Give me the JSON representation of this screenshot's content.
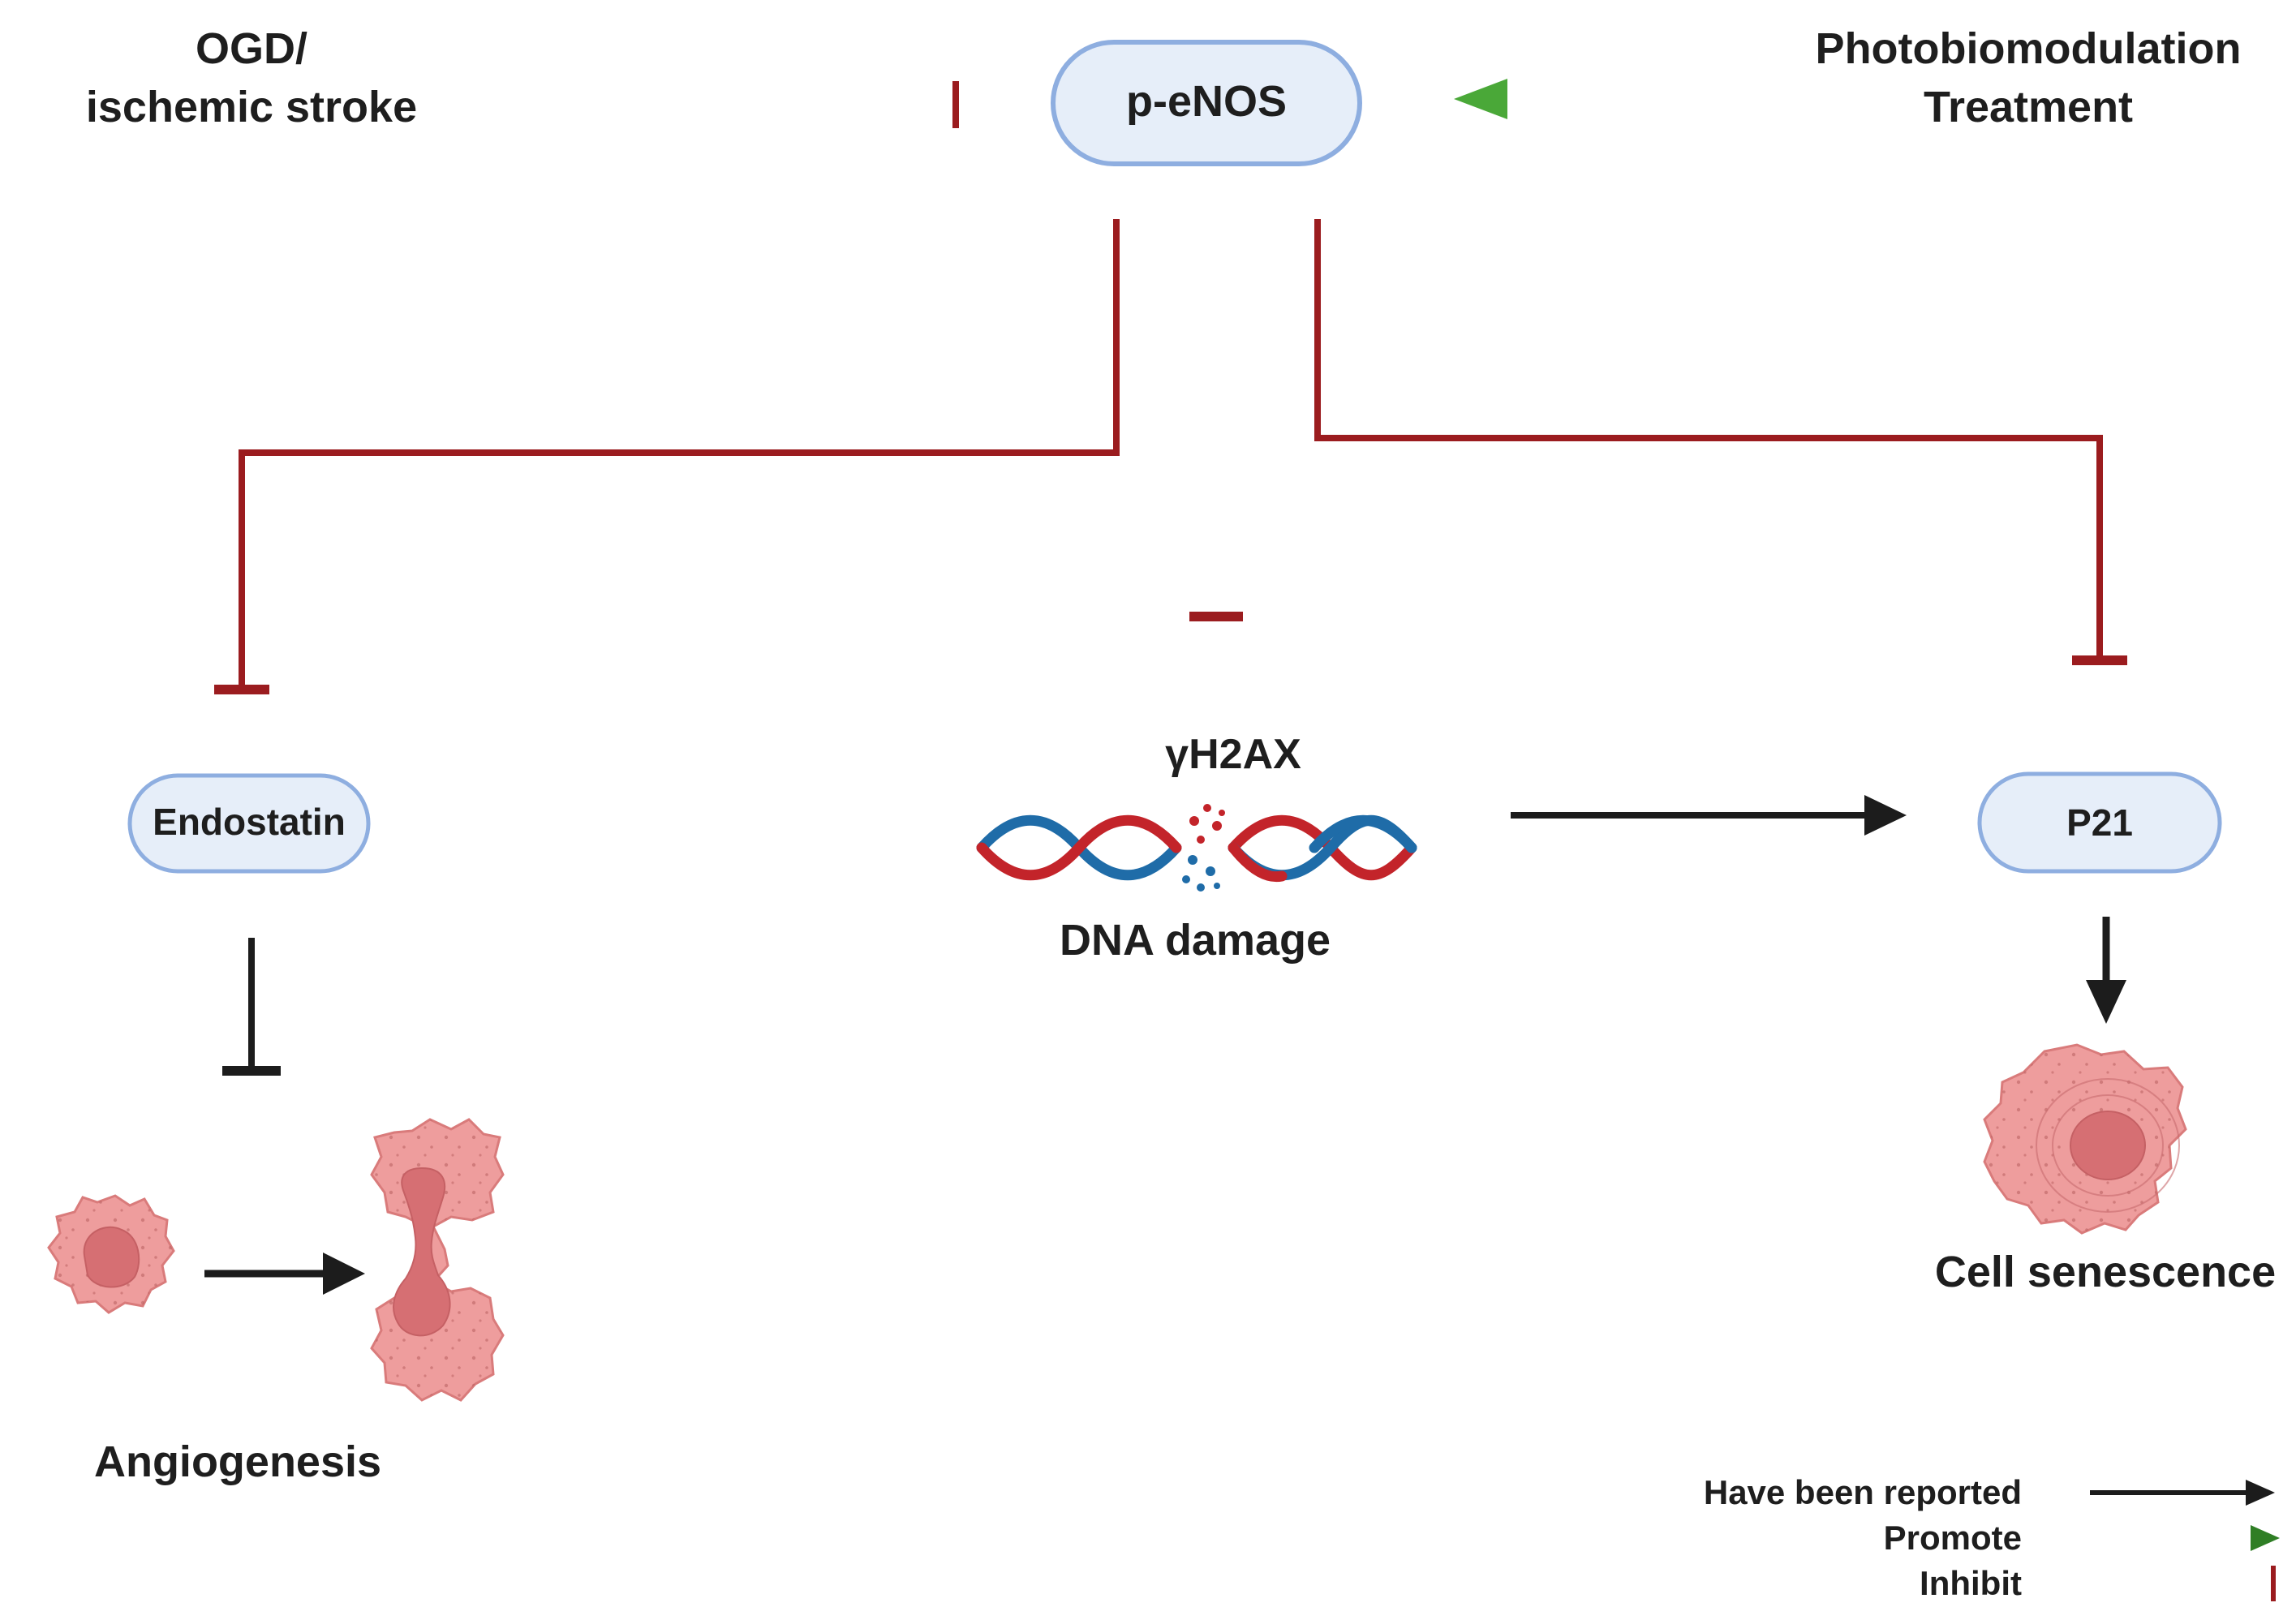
{
  "labels": {
    "ogd_line1": "OGD/",
    "ogd_line2": "ischemic stroke",
    "penos": "p-eNOS",
    "pbm_line1": "Photobiomodulation",
    "pbm_line2": "Treatment",
    "endostatin": "Endostatin",
    "gh2ax": "γH2AX",
    "dna_damage": "DNA damage",
    "p21": "P21",
    "angiogenesis": "Angiogenesis",
    "senescence": "Cell senescence"
  },
  "legend": {
    "reported": "Have been reported",
    "promote": "Promote",
    "inhibit": "Inhibit"
  },
  "colors": {
    "inhibit": "#9b1c1f",
    "promote": "#4aa838",
    "reported": "#1c1c1c",
    "node_fill": "#e6eef9",
    "node_stroke": "#8eaee0",
    "cell_fill": "#ee9d9d",
    "cell_stroke": "#d97b7b",
    "nucleus": "#d66f73",
    "dna_red": "#c3242a",
    "dna_blue": "#1f6ca8"
  },
  "icons": [
    "dna-helix-icon",
    "cell-icon",
    "dividing-cell-icon",
    "senescent-cell-icon"
  ]
}
